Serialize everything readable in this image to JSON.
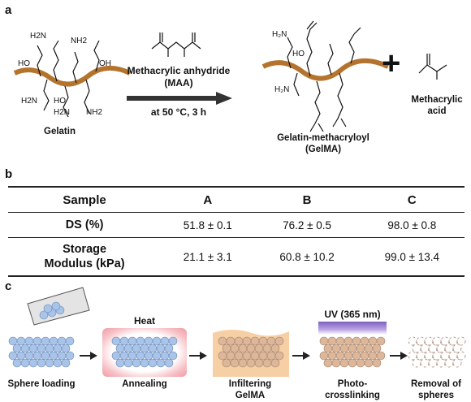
{
  "panels": {
    "a": "a",
    "b": "b",
    "c": "c"
  },
  "scheme": {
    "gelatin_groups": [
      "H2N",
      "NH2",
      "HO",
      "OH",
      "H2N",
      "HO",
      "H2N",
      "NH2"
    ],
    "gelatin_label": "Gelatin",
    "reagent_name": "Methacrylic anhydride",
    "reagent_abbrev": "(MAA)",
    "conditions": "at 50 °C, 3 h",
    "product_label_line1": "Gelatin-methacryloyl",
    "product_label_line2": "(GelMA)",
    "byproduct_label_line1": "Methacrylic",
    "byproduct_label_line2": "acid",
    "plus": "+"
  },
  "table": {
    "headers": [
      "Sample",
      "A",
      "B",
      "C"
    ],
    "rows": [
      {
        "label": "DS (%)",
        "values": [
          "51.8 ± 0.1",
          "76.2 ± 0.5",
          "98.0 ± 0.8"
        ]
      },
      {
        "label_line1": "Storage",
        "label_line2": "Modulus (kPa)",
        "values": [
          "21.1 ± 3.1",
          "60.8 ± 10.2",
          "99.0 ± 13.4"
        ]
      }
    ]
  },
  "process": {
    "steps": [
      {
        "line1": "Sphere loading",
        "line2": ""
      },
      {
        "line1": "Annealing",
        "line2": ""
      },
      {
        "line1": "Infiltering",
        "line2": "GelMA"
      },
      {
        "line1": "Photo-",
        "line2": "crosslinking"
      },
      {
        "line1": "Removal of",
        "line2": "spheres"
      }
    ],
    "heat_label": "Heat",
    "uv_label": "UV (365 nm)"
  },
  "colors": {
    "backbone": "#b5742e",
    "sphere_blue": "#a9c4e8",
    "sphere_tan": "#ddb79a",
    "heat_glow": "#f29aa3",
    "gelma_fill": "#f7cfa5",
    "uv": "#9b7fd0"
  }
}
